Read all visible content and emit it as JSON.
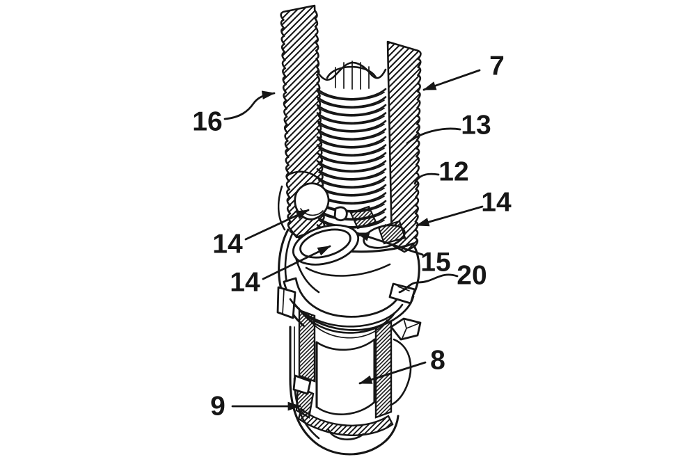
{
  "figure": {
    "ink_color": "#161616",
    "background_color": "#ffffff",
    "reference_labels": {
      "n7": {
        "text": "7"
      },
      "n16": {
        "text": "16"
      },
      "n13": {
        "text": "13"
      },
      "n12": {
        "text": "12"
      },
      "n14_right": {
        "text": "14"
      },
      "n14_left_upper": {
        "text": "14"
      },
      "n14_left_lower": {
        "text": "14"
      },
      "n15": {
        "text": "15"
      },
      "n20": {
        "text": "20"
      },
      "n8": {
        "text": "8"
      },
      "n9": {
        "text": "9"
      }
    }
  }
}
